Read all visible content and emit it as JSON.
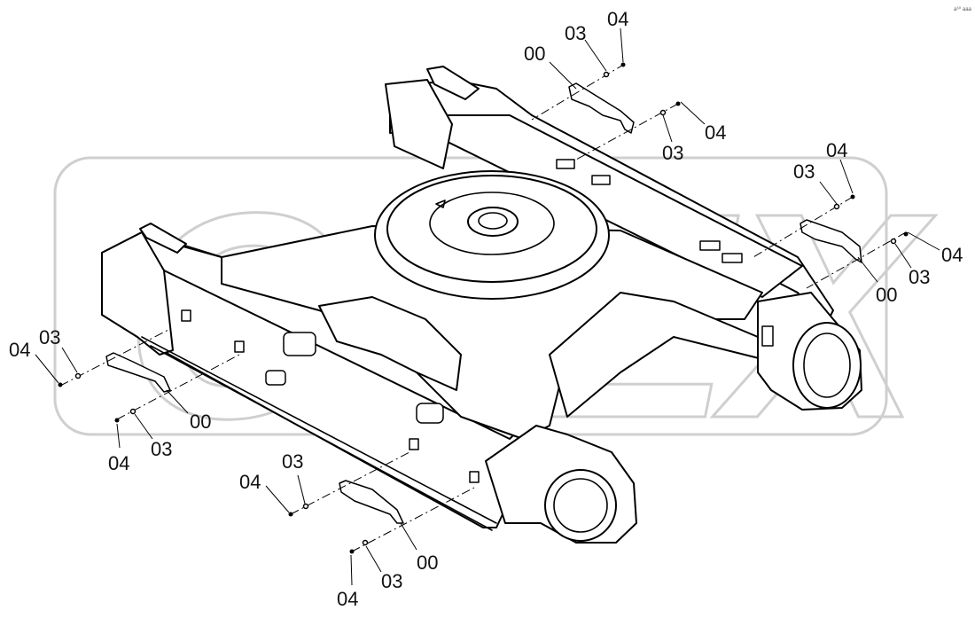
{
  "corner_code": "a⁶⁰ aaa",
  "watermark_text": "OPEX",
  "colors": {
    "line": "#000000",
    "watermark": "#cfcfcf",
    "background": "#ffffff"
  },
  "callouts": {
    "top_a": {
      "c00": "00",
      "c03": "03",
      "c04": "04"
    },
    "top_b": {
      "c03": "03",
      "c04": "04"
    },
    "right_a": {
      "c03": "03",
      "c04": "04"
    },
    "right_b": {
      "c00": "00",
      "c03": "03",
      "c04": "04"
    },
    "left_a": {
      "c03": "03",
      "c04": "04"
    },
    "left_b": {
      "c00": "00",
      "c03": "03",
      "c04": "04"
    },
    "bottom_a": {
      "c03": "03",
      "c04": "04"
    },
    "bottom_b": {
      "c00": "00",
      "c03": "03",
      "c04": "04"
    }
  }
}
